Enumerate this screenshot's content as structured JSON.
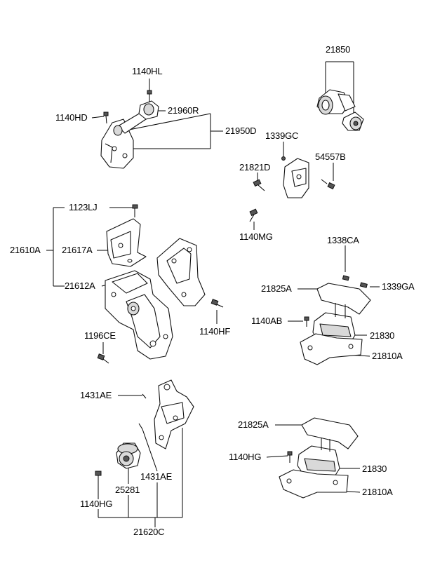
{
  "labels": {
    "p21850": "21850",
    "p1140HL": "1140HL",
    "p1140HD": "1140HD",
    "p21960R": "21960R",
    "p21950D": "21950D",
    "p1339GC": "1339GC",
    "p21821D": "21821D",
    "p54557B": "54557B",
    "p1140MG": "1140MG",
    "p1123LJ": "1123LJ",
    "p21610A": "21610A",
    "p21617A": "21617A",
    "p21612A": "21612A",
    "p1196CE": "1196CE",
    "p1140HF": "1140HF",
    "p1338CA": "1338CA",
    "p21825A_upper": "21825A",
    "p1339GA": "1339GA",
    "p1140AB": "1140AB",
    "p21830_upper": "21830",
    "p21810A_upper": "21810A",
    "p1431AE_upper": "1431AE",
    "p21825A_lower": "21825A",
    "p1140HG_right": "1140HG",
    "p21830_lower": "21830",
    "p1431AE_lower": "1431AE",
    "p21810A_lower": "21810A",
    "p25281": "25281",
    "p1140HG_left": "1140HG",
    "p21620C": "21620C"
  }
}
